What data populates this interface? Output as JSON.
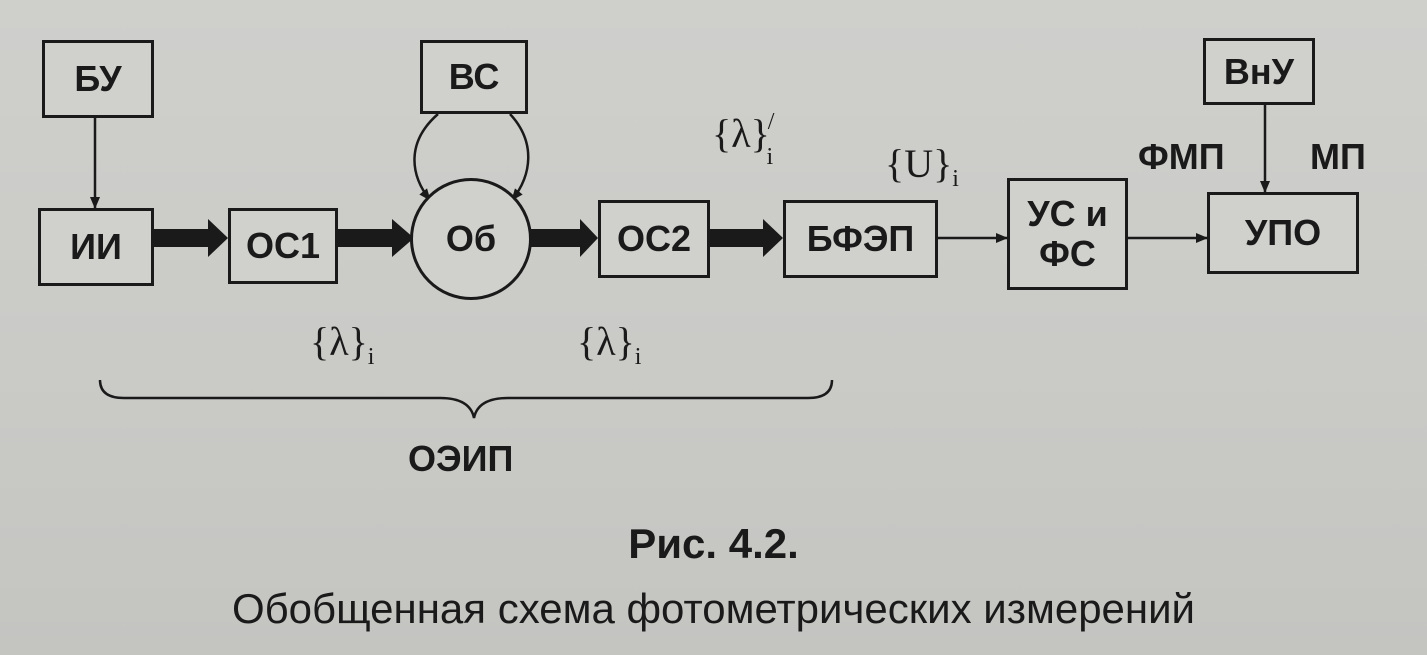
{
  "blocks": {
    "bu": "БУ",
    "ii": "ИИ",
    "os1": "ОС1",
    "vs": "ВС",
    "ob": "Об",
    "os2": "ОС2",
    "bfep": "БФЭП",
    "us_fs_line1": "УС и",
    "us_fs_line2": "ФС",
    "vnu": "ВнУ",
    "upo": "УПО"
  },
  "signals": {
    "lambda_prime": {
      "base": "{λ}",
      "sup": "/",
      "sub": "i"
    },
    "u": {
      "base": "{U}",
      "sub": "i"
    },
    "fmp": "ФМП",
    "mp": "МП",
    "lambda_left": {
      "base": "{λ}",
      "sub": "i"
    },
    "lambda_right": {
      "base": "{λ}",
      "sub": "i"
    }
  },
  "group_label": "ОЭИП",
  "figure": {
    "title": "Рис. 4.2.",
    "caption": "Обобщенная схема фотометрических измерений"
  }
}
